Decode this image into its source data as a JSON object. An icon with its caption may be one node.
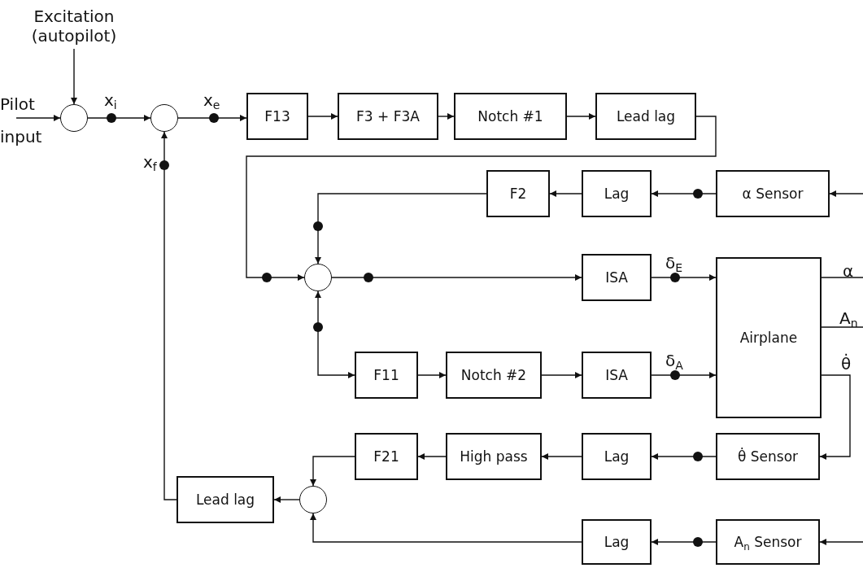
{
  "diagram": {
    "nodes": [
      {
        "text": [
          "Excitation (autopilot)"
        ]
      },
      {
        "text": [],
        "shape": "circle"
      },
      {
        "text": [],
        "shape": "circle"
      },
      {
        "text": [
          "F13"
        ]
      },
      {
        "text": [
          "F3 + F3A"
        ]
      },
      {
        "text": [
          "Notch #1"
        ]
      },
      {
        "text": [
          "Lead lag"
        ]
      },
      {
        "text": [
          "F2"
        ]
      },
      {
        "text": [
          "Lag"
        ]
      },
      {
        "text": [
          "α Sensor"
        ]
      },
      {
        "text": [],
        "shape": "circle"
      },
      {
        "text": [
          "ISA"
        ]
      },
      {
        "text": [
          "Airplane"
        ]
      },
      {
        "text": [
          "F11"
        ]
      },
      {
        "text": [
          "Notch #2"
        ]
      },
      {
        "text": [
          "ISA"
        ]
      },
      {
        "text": [
          "F21"
        ]
      },
      {
        "text": [
          "High pass"
        ]
      },
      {
        "text": [
          "Lag"
        ]
      },
      {
        "text": [
          "θ̇ Sensor"
        ]
      },
      {
        "text": [
          "Lead lag"
        ]
      },
      {
        "text": [],
        "shape": "circle"
      },
      {
        "text": [
          "Lag"
        ]
      },
      {
        "text": [
          "A$_{n}$ Sensor"
        ]
      }
    ],
    "edges": [
      {
        "from": null,
        "to": 1,
        "arrow": "to",
        "label": "Pilot input"
      },
      {
        "from": 0,
        "to": 1,
        "arrow": "to"
      },
      {
        "from": 1,
        "to": 2,
        "arrow": "to",
        "label": "x$_{i}$"
      },
      {
        "from": 2,
        "to": 3,
        "arrow": "to",
        "label": "x$_{e}$"
      },
      {
        "from": 3,
        "to": 4,
        "arrow": "to"
      },
      {
        "from": 4,
        "to": 5,
        "arrow": "to"
      },
      {
        "from": 5,
        "to": 6,
        "arrow": "to"
      },
      {
        "from": 6,
        "to": 10,
        "arrow": "to"
      },
      {
        "from": null,
        "to": 9,
        "arrow": "to"
      },
      {
        "from": 9,
        "to": 8,
        "arrow": "to"
      },
      {
        "from": 8,
        "to": 7,
        "arrow": "to"
      },
      {
        "from": 7,
        "to": 10,
        "arrow": "to"
      },
      {
        "from": 10,
        "to": 11,
        "arrow": "to"
      },
      {
        "from": 11,
        "to": 12,
        "arrow": "to",
        "label": "δ$_{E}$"
      },
      {
        "from": 10,
        "to": 13,
        "arrow": "both"
      },
      {
        "from": 13,
        "to": 14,
        "arrow": "to"
      },
      {
        "from": 14,
        "to": 15,
        "arrow": "to"
      },
      {
        "from": 15,
        "to": 12,
        "arrow": "to",
        "label": "δ$_{A}$"
      },
      {
        "from": 12,
        "to": null,
        "arrow": "none",
        "label": "α"
      },
      {
        "from": 12,
        "to": null,
        "arrow": "none",
        "label": "A$_{n}$"
      },
      {
        "from": 12,
        "to": 19,
        "arrow": "to",
        "label": "θ̇"
      },
      {
        "from": 19,
        "to": 18,
        "arrow": "to"
      },
      {
        "from": 18,
        "to": 17,
        "arrow": "to"
      },
      {
        "from": 17,
        "to": 16,
        "arrow": "to"
      },
      {
        "from": 16,
        "to": 21,
        "arrow": "to"
      },
      {
        "from": null,
        "to": 23,
        "arrow": "to"
      },
      {
        "from": 23,
        "to": 22,
        "arrow": "to"
      },
      {
        "from": 22,
        "to": 21,
        "arrow": "to"
      },
      {
        "from": 21,
        "to": 20,
        "arrow": "to"
      },
      {
        "from": 20,
        "to": 2,
        "arrow": "to",
        "label": "x$_{f}$"
      }
    ]
  }
}
